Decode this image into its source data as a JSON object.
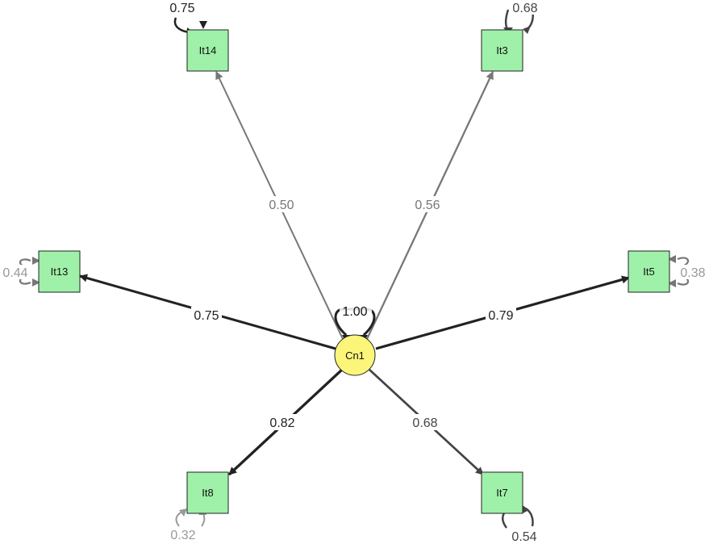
{
  "colors": {
    "item_fill": "#9ff0a8",
    "factor_fill": "#fbf57a",
    "stroke": "#222222",
    "strong": "#222222",
    "medium": "#444444",
    "light": "#777777",
    "lighter": "#999999",
    "background": "#ffffff"
  },
  "factor": {
    "id": "cn1",
    "label": "Cn1",
    "variance": "1.00"
  },
  "items": [
    {
      "id": "it14",
      "label": "It14",
      "loading": "0.50",
      "residual": "0.75",
      "tone": "light"
    },
    {
      "id": "it3",
      "label": "It3",
      "loading": "0.56",
      "residual": "0.68",
      "tone": "light"
    },
    {
      "id": "it13",
      "label": "It13",
      "loading": "0.75",
      "residual": "0.44",
      "tone": "strong"
    },
    {
      "id": "it5",
      "label": "It5",
      "loading": "0.79",
      "residual": "0.38",
      "tone": "strong"
    },
    {
      "id": "it8",
      "label": "It8",
      "loading": "0.82",
      "residual": "0.32",
      "tone": "strong"
    },
    {
      "id": "it7",
      "label": "It7",
      "loading": "0.68",
      "residual": "0.54",
      "tone": "medium"
    }
  ]
}
